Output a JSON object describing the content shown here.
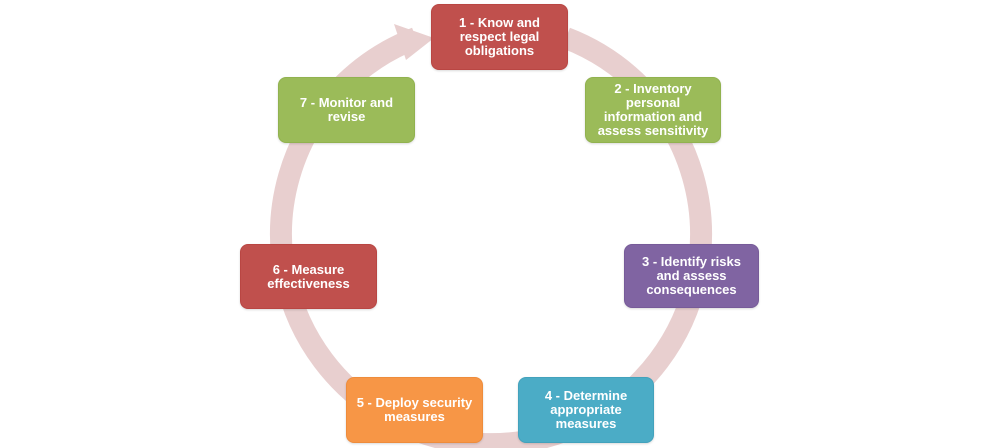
{
  "diagram": {
    "ring_color": "#e8cfcf",
    "steps": [
      {
        "label": "1 - Know and respect legal obligations",
        "color": "#c0504d"
      },
      {
        "label": "2 - Inventory personal information and assess sensitivity",
        "color": "#9bbb59"
      },
      {
        "label": "3 - Identify risks and assess consequences",
        "color": "#8064a2"
      },
      {
        "label": "4 - Determine appropriate measures",
        "color": "#4bacc6"
      },
      {
        "label": "5 - Deploy security measures",
        "color": "#f79646"
      },
      {
        "label": "6 - Measure effectiveness",
        "color": "#c0504d"
      },
      {
        "label": "7 - Monitor and revise",
        "color": "#9bbb59"
      }
    ]
  }
}
